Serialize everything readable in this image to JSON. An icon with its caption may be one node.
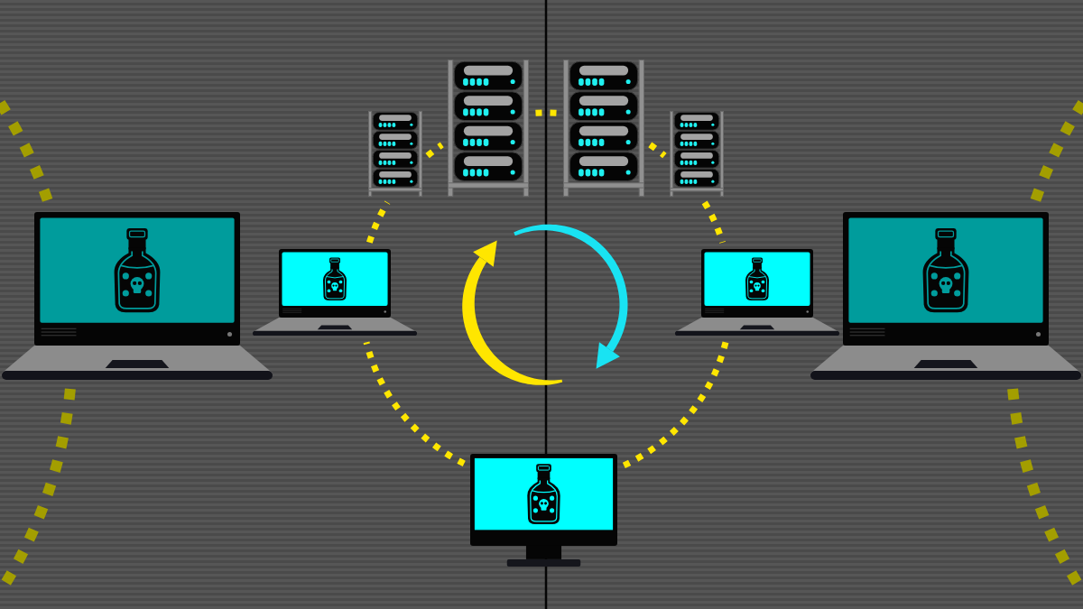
{
  "diagram": {
    "nodes": [
      {
        "text": [],
        "shape": "server"
      },
      {
        "text": [],
        "shape": "server"
      },
      {
        "text": [],
        "shape": "server"
      },
      {
        "text": [],
        "shape": "server"
      },
      {
        "text": [],
        "shape": "laptop"
      },
      {
        "text": [],
        "shape": "laptop"
      },
      {
        "text": [],
        "shape": "laptop"
      },
      {
        "text": [],
        "shape": "laptop"
      },
      {
        "text": [],
        "shape": "monitor"
      }
    ],
    "edges": [
      {
        "from": 0,
        "to": 1,
        "arrow": "none",
        "style": "dashed"
      },
      {
        "from": 1,
        "to": 2,
        "arrow": "none",
        "style": "dashed"
      },
      {
        "from": 2,
        "to": 3,
        "arrow": "none",
        "style": "dashed"
      },
      {
        "from": 3,
        "to": 6,
        "arrow": "none",
        "style": "dashed"
      },
      {
        "from": 6,
        "to": 8,
        "arrow": "none",
        "style": "dashed"
      },
      {
        "from": 8,
        "to": 5,
        "arrow": "none",
        "style": "dashed"
      },
      {
        "from": 5,
        "to": 0,
        "arrow": "none",
        "style": "dashed"
      },
      {
        "from": null,
        "to": 4,
        "arrow": "none",
        "style": "dashed",
        "color": "#a39e00"
      },
      {
        "from": 4,
        "to": null,
        "arrow": "none",
        "style": "dashed",
        "color": "#a39e00"
      },
      {
        "from": null,
        "to": 7,
        "arrow": "none",
        "style": "dashed",
        "color": "#a39e00"
      },
      {
        "from": 7,
        "to": null,
        "arrow": "none",
        "style": "dashed",
        "color": "#a39e00"
      }
    ]
  }
}
